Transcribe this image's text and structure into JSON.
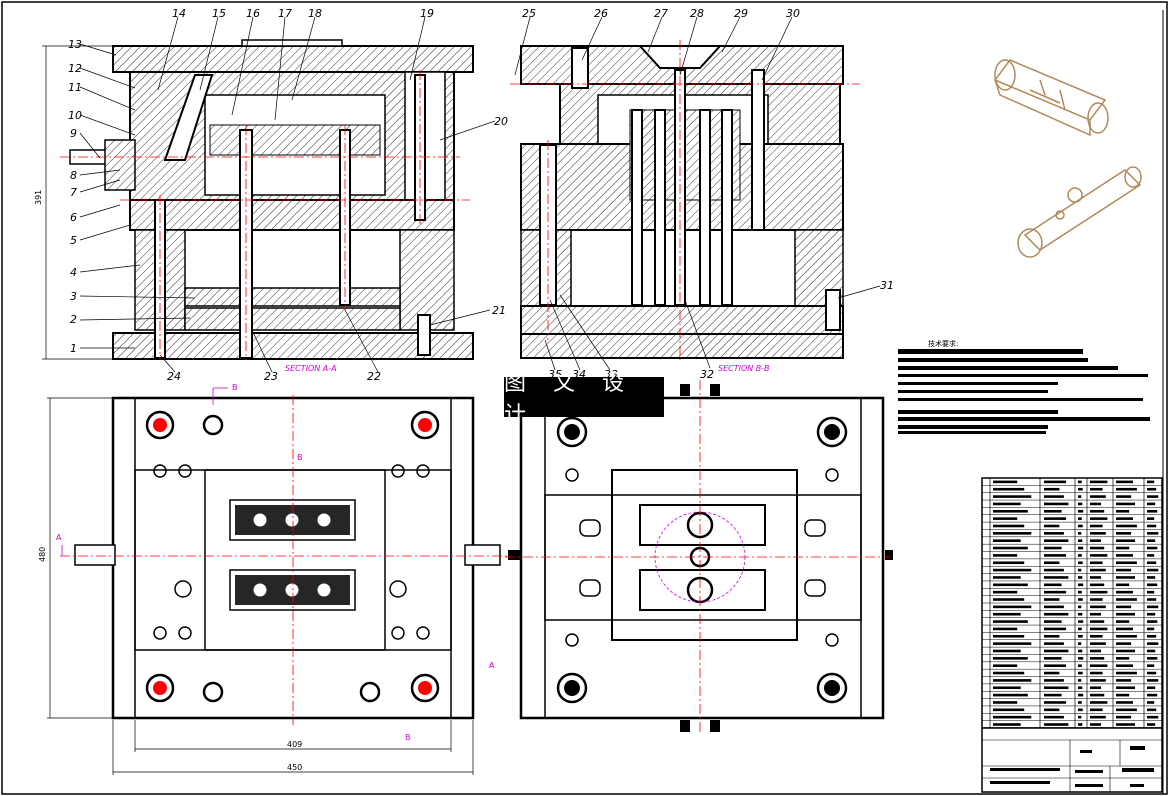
{
  "watermark": "图 文 设 计",
  "tech_requirements_title": "技术要求:",
  "section_labels": {
    "a": "SECTION A-A",
    "b": "SECTION B-B"
  },
  "cut_markers": {
    "a": "A",
    "b": "B"
  },
  "dimensions": {
    "height": "391",
    "plan_height": "480",
    "inner_width": "409",
    "outer_width": "450"
  },
  "callouts": [
    "1",
    "2",
    "3",
    "4",
    "5",
    "6",
    "7",
    "8",
    "9",
    "10",
    "11",
    "12",
    "13",
    "14",
    "15",
    "16",
    "17",
    "18",
    "19",
    "20",
    "21",
    "22",
    "23",
    "24",
    "25",
    "26",
    "27",
    "28",
    "29",
    "30",
    "31",
    "32",
    "33",
    "34",
    "35"
  ],
  "colors": {
    "outline": "#000000",
    "center_line": "#ff0000",
    "hidden_line": "#d000d0",
    "part_render": "#b08a5a"
  }
}
